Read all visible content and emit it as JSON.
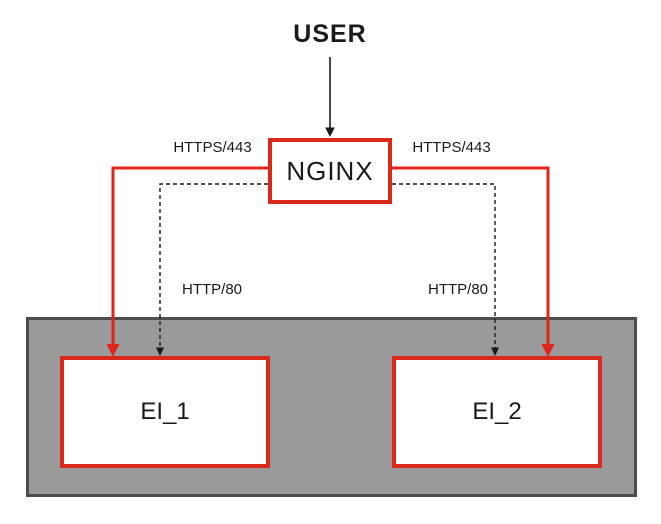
{
  "diagram": {
    "nodes": {
      "user": {
        "label": "USER"
      },
      "nginx": {
        "label": "NGINX"
      },
      "ei1": {
        "label": "EI_1"
      },
      "ei2": {
        "label": "EI_2"
      }
    },
    "edge_labels": {
      "left_https": "HTTPS/443",
      "right_https": "HTTPS/443",
      "left_http": "HTTP/80",
      "right_http": "HTTP/80"
    },
    "colors": {
      "red_connector": "#e1251b",
      "red_box_border": "#d8291a",
      "zone_fill": "#9a9a9a",
      "zone_border": "#4d4d4d",
      "black_connector": "#1a1a1a",
      "text": "#1a1a1a"
    }
  }
}
